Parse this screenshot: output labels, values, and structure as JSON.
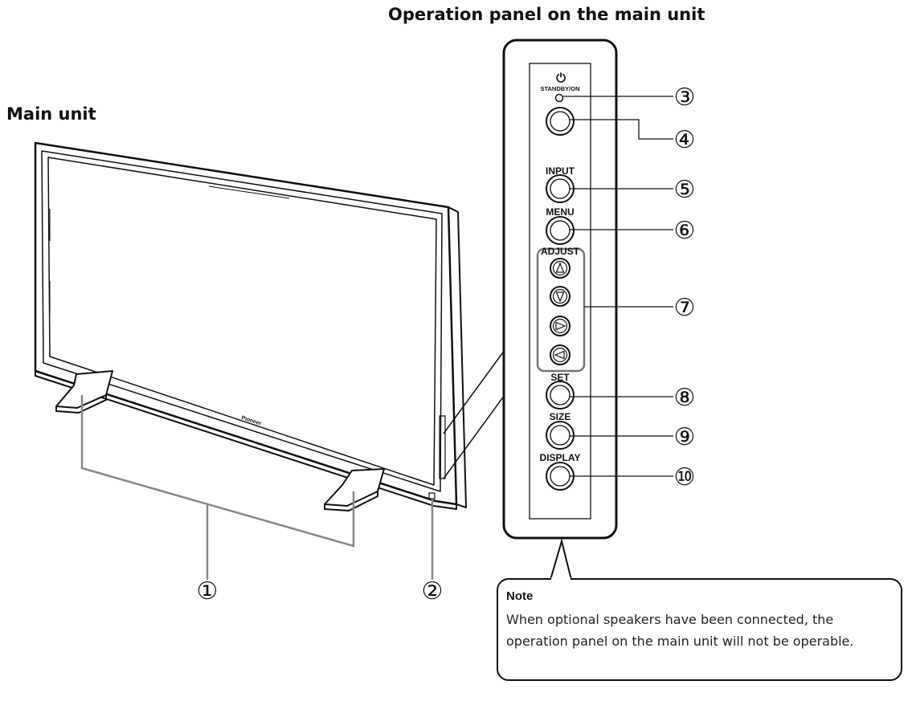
{
  "titles": {
    "operation_panel": "Operation panel on the main unit",
    "main_unit": "Main unit"
  },
  "brand": "Pioneer",
  "panel_labels": {
    "standby_icon": "power-icon",
    "standby": "STANDBY/ON",
    "input": "INPUT",
    "menu": "MENU",
    "adjust": "ADJUST",
    "set": "SET",
    "size": "SIZE",
    "display": "DISPLAY"
  },
  "adjust_arrows": [
    "up-triangle-icon",
    "down-triangle-icon",
    "right-triangle-icon",
    "left-triangle-icon"
  ],
  "callouts": [
    "①",
    "②",
    "③",
    "④",
    "⑤",
    "⑥",
    "⑦",
    "⑧",
    "⑨",
    "⑩"
  ],
  "note": {
    "heading": "Note",
    "body": "When optional speakers have been connected, the operation panel on the main unit will not be operable."
  }
}
